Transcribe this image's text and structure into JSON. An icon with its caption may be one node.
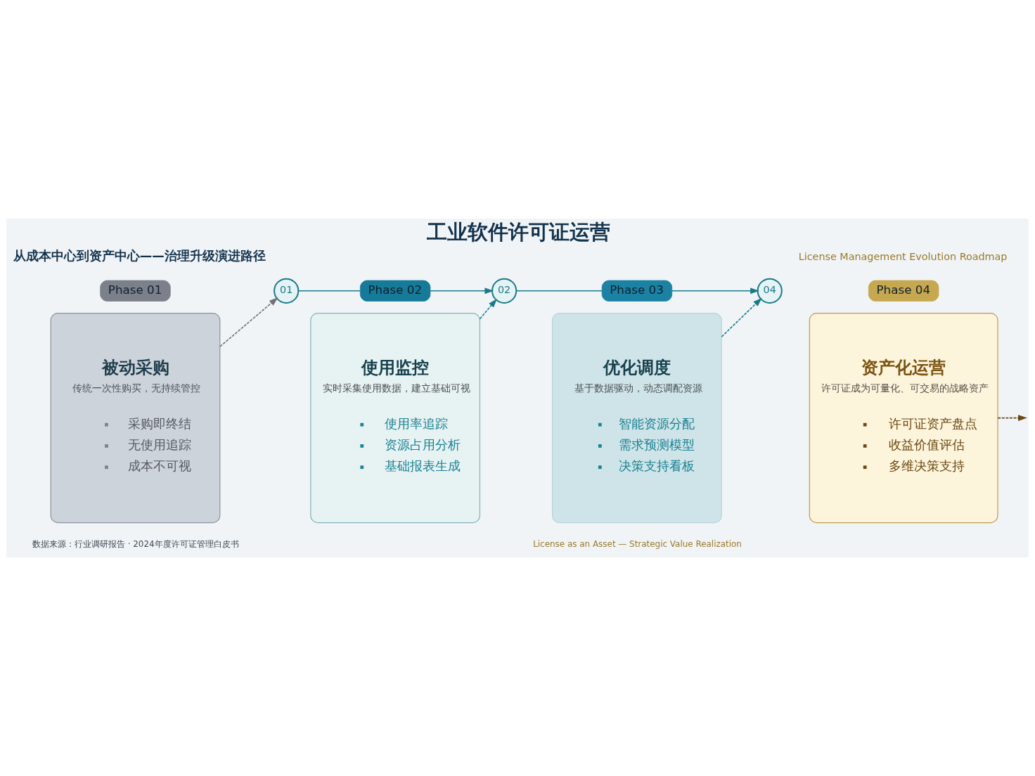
{
  "diagram": {
    "title": "工业软件许可证运营",
    "nodes": [
      {
        "text": [
          "Phase 01"
        ]
      },
      {
        "text": [
          "被动采购",
          "传统一次性购买，无持续管控",
          "采购即终结",
          "无使用追踪",
          "成本不可视"
        ]
      },
      {
        "text": [
          "01"
        ]
      },
      {
        "text": [
          "Phase 02"
        ]
      },
      {
        "text": [
          "使用监控",
          "实时采集使用数据，建立基础可视",
          "使用率追踪",
          "资源占用分析",
          "基础报表生成"
        ]
      },
      {
        "text": [
          "02"
        ]
      },
      {
        "text": [
          "Phase 03"
        ]
      },
      {
        "text": [
          "优化调度",
          "基于数据驱动，动态调配资源",
          "智能资源分配",
          "需求预测模型",
          "决策支持看板"
        ]
      },
      {
        "text": [
          "04"
        ]
      },
      {
        "text": [
          "Phase 04"
        ]
      },
      {
        "text": [
          "资产化运营",
          "许可证成为可量化、可交易的战略资产",
          "许可证资产盘点",
          "收益价值评估",
          "多维决策支持"
        ]
      }
    ],
    "edges": [
      {
        "from": 1,
        "to": 2,
        "arrow": "to",
        "style": "dashed",
        "color": "#6e737b"
      },
      {
        "from": 2,
        "to": 3,
        "arrow": "none"
      },
      {
        "from": 3,
        "to": 5,
        "arrow": "to"
      },
      {
        "from": 4,
        "to": 5,
        "arrow": "to",
        "style": "dashed"
      },
      {
        "from": 5,
        "to": 6,
        "arrow": "none"
      },
      {
        "from": 6,
        "to": 8,
        "arrow": "to"
      },
      {
        "from": 7,
        "to": 8,
        "arrow": "to",
        "style": "dashed"
      },
      {
        "from": 10,
        "to": null,
        "arrow": "to",
        "style": "dashed",
        "color": "#6b4a14"
      }
    ],
    "labels": [
      "从成本中心到资产中心——治理升级演进路径",
      "License Management Evolution Roadmap",
      "数据来源：行业调研报告 · 2024年度许可证管理白皮书",
      "License as an Asset — Strategic Value Realization"
    ]
  }
}
